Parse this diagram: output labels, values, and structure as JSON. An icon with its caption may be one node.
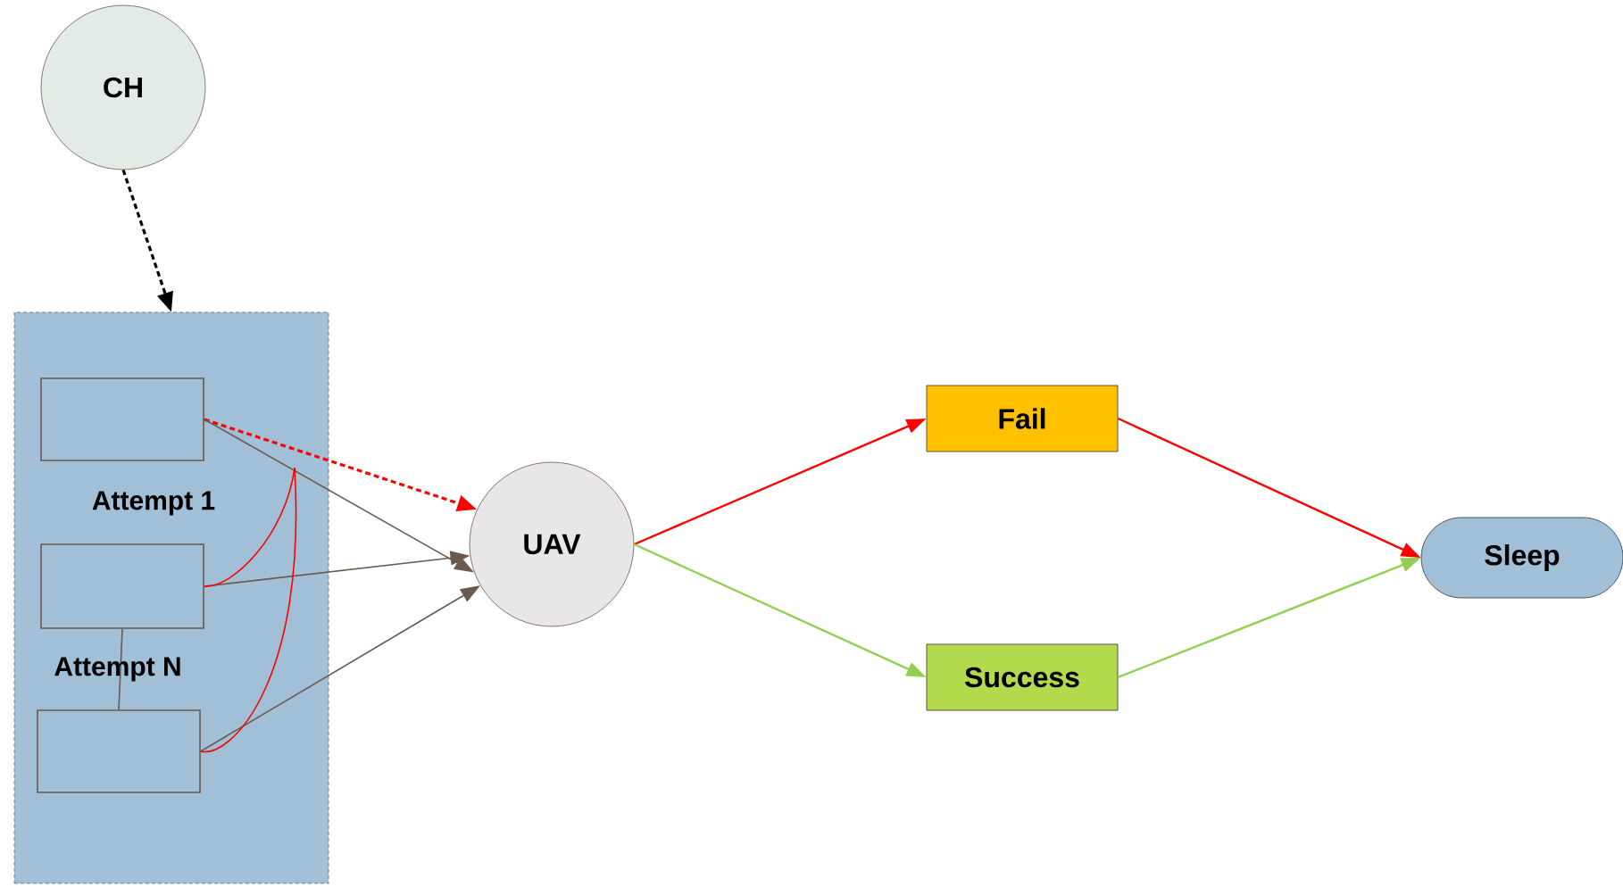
{
  "diagram": {
    "nodes": [
      {
        "text": [
          "CH"
        ]
      },
      {
        "text": [],
        "shape": "box"
      },
      {
        "text": [],
        "shape": "box",
        "in": 1
      },
      {
        "text": [],
        "shape": "box",
        "in": 1
      },
      {
        "text": [],
        "shape": "box",
        "in": 1
      },
      {
        "text": [
          "UAV"
        ]
      },
      {
        "text": [
          "Fail"
        ]
      },
      {
        "text": [
          "Success"
        ]
      },
      {
        "text": [
          "Sleep"
        ]
      }
    ],
    "edges": [
      {
        "from": 0,
        "to": 1,
        "arrow": "to",
        "style": "dashed",
        "color": "#000000"
      },
      {
        "from": 2,
        "to": 5,
        "arrow": "to",
        "style": "dashed",
        "color": "#ff0000"
      },
      {
        "from": 2,
        "to": 5,
        "arrow": "to",
        "color": "#6b5a50"
      },
      {
        "from": 3,
        "to": 5,
        "arrow": "to",
        "color": "#6b5a50"
      },
      {
        "from": 4,
        "to": 5,
        "arrow": "to",
        "color": "#6b5a50"
      },
      {
        "from": 3,
        "to": 4,
        "arrow": "none",
        "color": "#6b5a50"
      },
      {
        "from": 3,
        "to": null,
        "arrow": "none",
        "color": "#ff0000"
      },
      {
        "from": 4,
        "to": null,
        "arrow": "none",
        "color": "#ff0000"
      },
      {
        "from": 5,
        "to": 6,
        "arrow": "to",
        "color": "#ff0000"
      },
      {
        "from": 5,
        "to": 7,
        "arrow": "to",
        "color": "#92d050"
      },
      {
        "from": 6,
        "to": 8,
        "arrow": "to",
        "color": "#ff0000"
      },
      {
        "from": 7,
        "to": 8,
        "arrow": "to",
        "color": "#92d050"
      }
    ],
    "labels": [
      "Attempt 1",
      "Attempt N"
    ]
  }
}
